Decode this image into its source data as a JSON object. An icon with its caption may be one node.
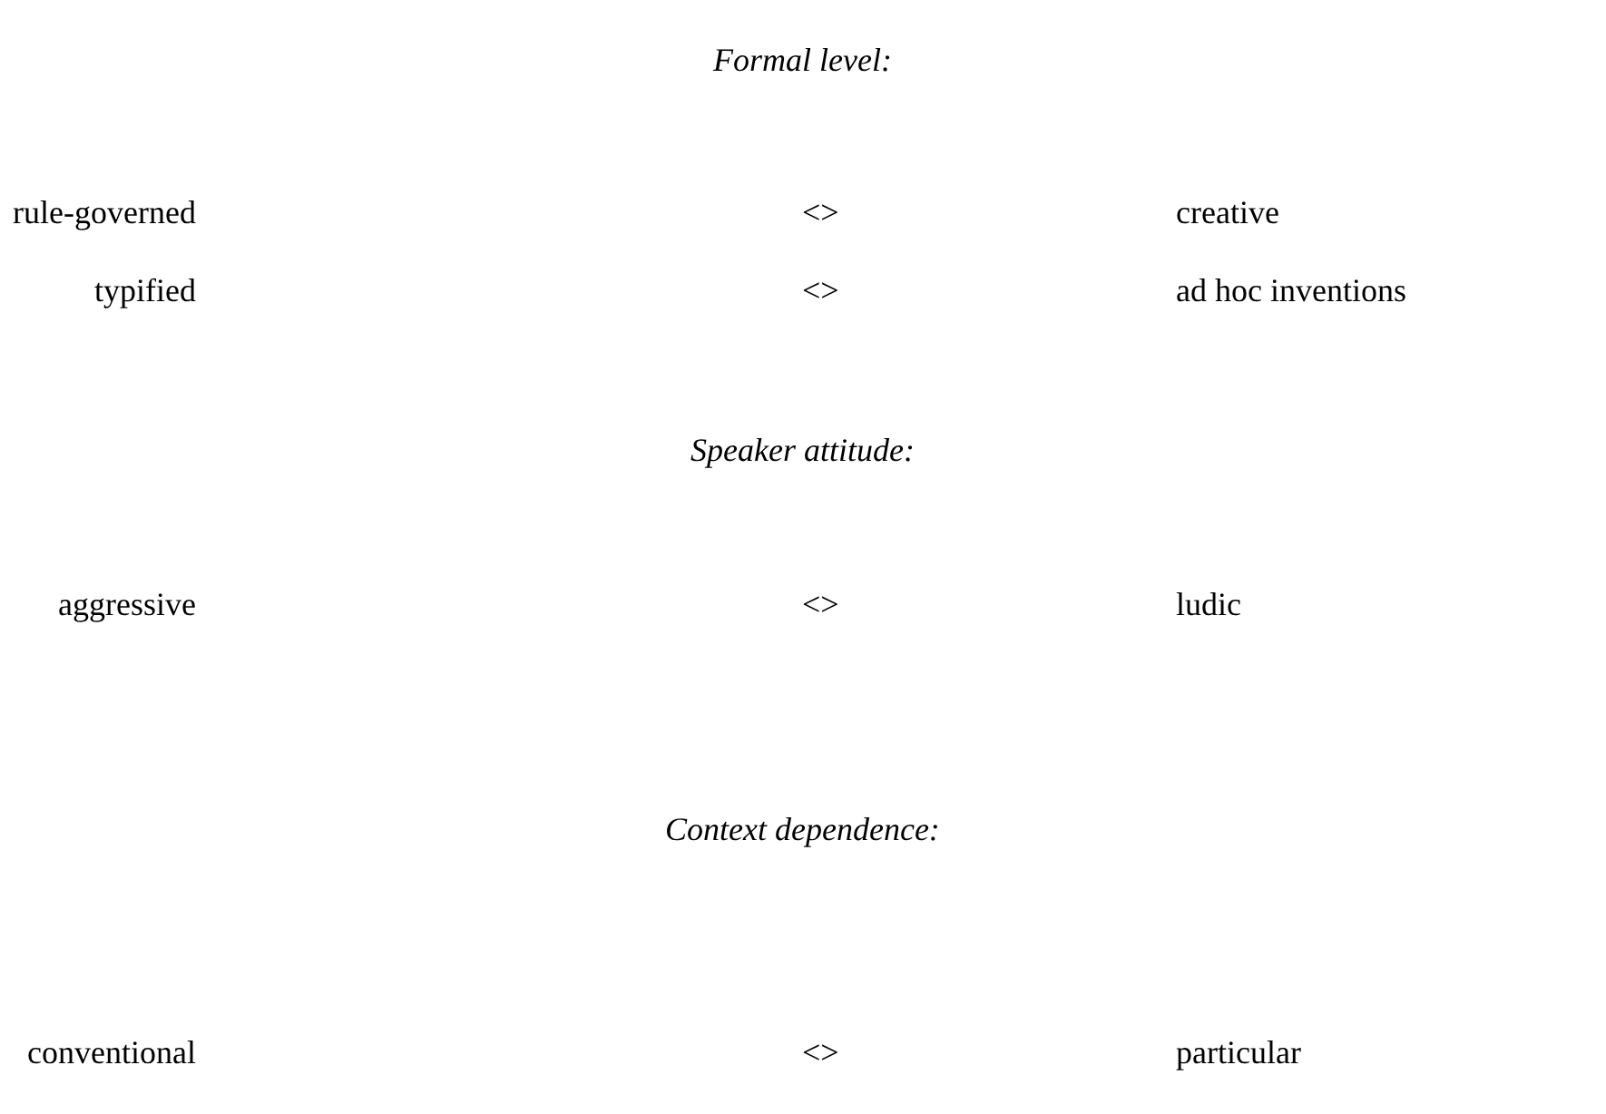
{
  "diagram": {
    "labels": [
      "Formal level:",
      "rule-governed",
      "<>",
      "creative",
      "typified",
      "<>",
      "ad hoc inventions",
      "Speaker attitude:",
      "aggressive",
      "<>",
      "ludic",
      "Context dependence:",
      "conventional",
      "<>",
      "particular"
    ]
  }
}
